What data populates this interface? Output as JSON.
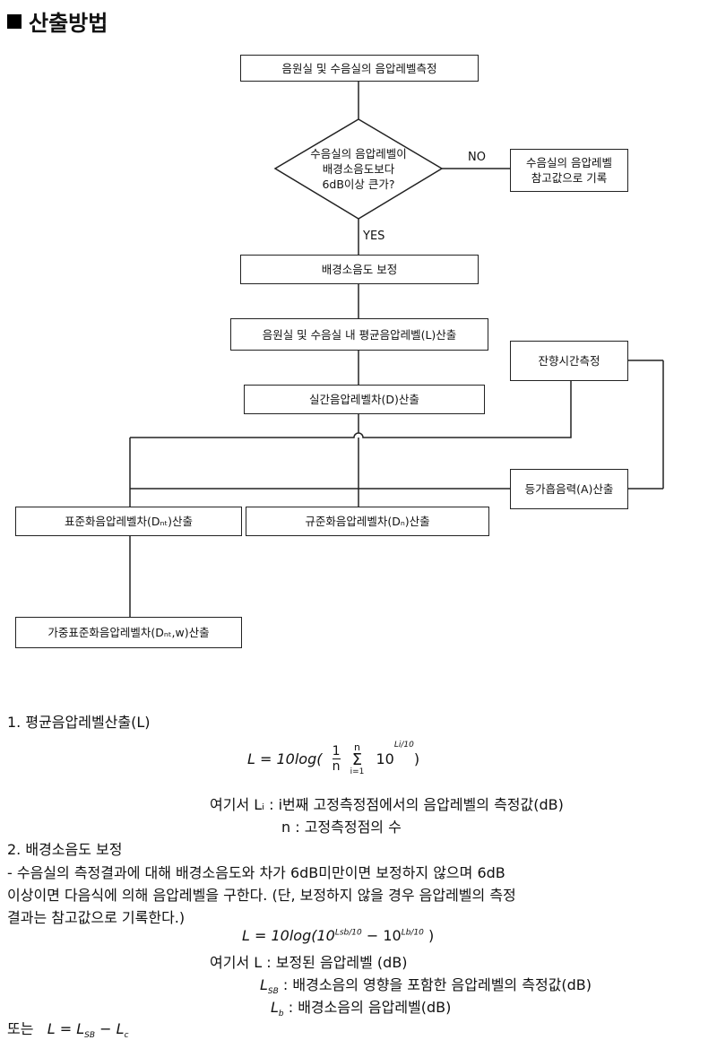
{
  "heading": "산출방법",
  "flow": {
    "measure_levels": "음원실 및 수음실의 음압레벨측정",
    "decision": [
      "수음실의 음압레벨이",
      "배경소음도보다",
      "6dB이상 큰가?"
    ],
    "no_label": "NO",
    "yes_label": "YES",
    "reference_record": [
      "수음실의 음압레벨",
      "참고값으로 기록"
    ],
    "background_correction": "배경소음도 보정",
    "average_level": "음원실 및 수음실 내 평균음압레벨(L)산출",
    "reverb_measure": "잔향시간측정",
    "level_difference": "실간음압레벨차(D)산출",
    "absorption_area": "등가흡음력(A)산출",
    "standardized_diff": "표준화음압레벨차(Dₙₜ)산출",
    "normalized_diff": "규준화음압레벨차(Dₙ)산출",
    "weighted_diff": "가중표준화음압레벨차(Dₙₜ,w)산출"
  },
  "text": {
    "s1_title": "1. 평균음압레벨산출(L)",
    "eq1_lhs": "L = 10log(",
    "eq1_frac_num": "1",
    "eq1_frac_den": "n",
    "eq1_sum_top": "n",
    "eq1_sum_bottom": "i=1",
    "eq1_term": "10",
    "eq1_exp": "Li/10",
    "eq1_close": ")",
    "where1_a": "여기서  Lᵢ : i번째 고정측정점에서의 음압레벨의 측정값(dB)",
    "where1_b": "n : 고정측정점의 수",
    "s2_title": "2. 배경소음도 보정",
    "para_1": " - 수음실의 측정결과에 대해 배경소음도와 차가 6dB미만이면 보정하지 않으며 6dB",
    "para_2": "이상이면 다음식에 의해 음압레벨을 구한다. (단, 보정하지 않을 경우 음압레벨의 측정",
    "para_3": "결과는 참고값으로 기록한다.)",
    "eq2": "L = 10log(10",
    "eq2_exp1": "Lsb/10",
    "eq2_mid": " − 10",
    "eq2_exp2": "Lb/10",
    "eq2_close": " )",
    "where2_a": "여기서 L : 보정된 음압레벨 (dB)",
    "where2_b": "L",
    "where2_b_sub": "SB",
    "where2_b_rest": " : 배경소음의 영향을 포함한 음압레벨의 측정값(dB)",
    "where2_c": "L",
    "where2_c_sub": "b",
    "where2_c_rest": " : 배경소음의 음압레벨(dB)",
    "or_line": "또는",
    "or_eq_a": "L = L",
    "or_eq_sub1": "SB",
    "or_eq_b": " − L",
    "or_eq_sub2": "c"
  }
}
